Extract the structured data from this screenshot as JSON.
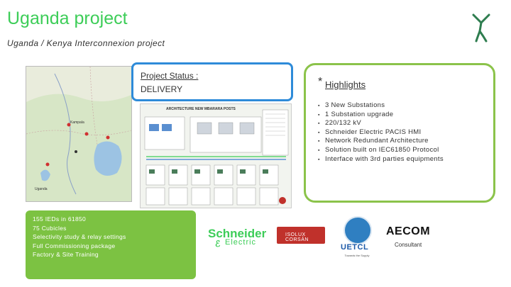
{
  "header": {
    "title": "Uganda project",
    "subtitle": "Uganda / Kenya Interconnexion project"
  },
  "map": {
    "label_city": "Kampala",
    "label_country": "Uganda"
  },
  "status": {
    "label": "Project Status :",
    "value": "DELIVERY"
  },
  "diagram": {
    "heading": "ARCHITECTURE NEW MBARARA POSTS"
  },
  "highlights": {
    "star": "*",
    "title": "Highlights",
    "bullet": "▪",
    "items": [
      "3 New Substations",
      "1 Substation upgrade",
      "220/132 kV",
      "Schneider Electric PACIS HMI",
      "Network Redundant Architecture",
      "Solution built on IEC61850 Protocol",
      "Interface with 3rd parties equipments"
    ]
  },
  "facts": [
    "155 IEDs in 61850",
    "75 Cubicles",
    "Selectivity study & relay settings",
    "Full Commissioning package",
    "Factory & Site Training"
  ],
  "logos": {
    "schneider_1": "Schneider",
    "schneider_2": "Electric",
    "isolux": "ISOLUX CORSÁN",
    "uetcl": "UETCL",
    "uetcl_tag": "Towards the Supply",
    "aecom": "AECOM",
    "consultant": "Consultant"
  },
  "colors": {
    "brand_green": "#3dcd58",
    "status_border": "#2e8bd9",
    "highlights_border": "#8bc34a",
    "facts_background": "#7cc242"
  }
}
